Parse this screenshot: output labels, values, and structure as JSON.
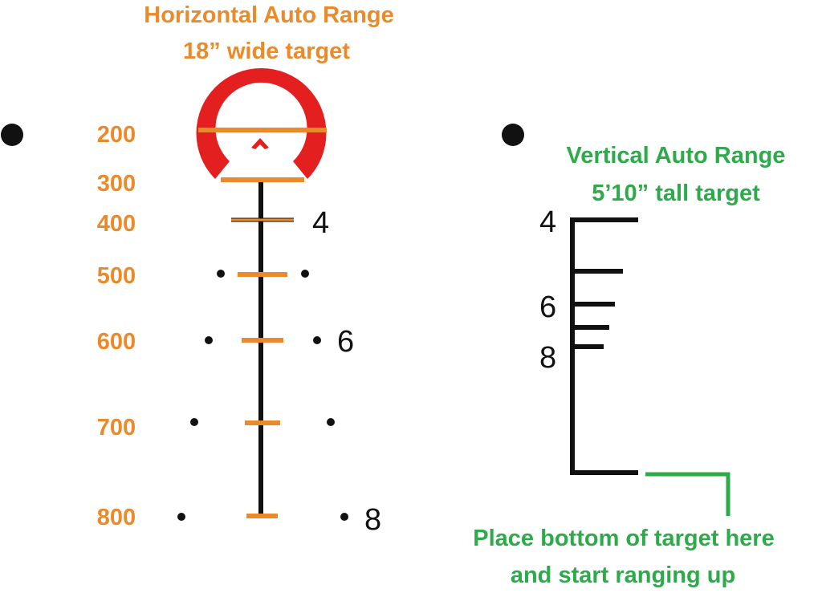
{
  "horizontal": {
    "title_line1": "Horizontal Auto Range",
    "title_line2": "18” wide target",
    "range_labels": [
      "200",
      "300",
      "400",
      "500",
      "600",
      "700",
      "800"
    ],
    "mag_labels": [
      "4",
      "6",
      "8"
    ]
  },
  "vertical": {
    "title_line1": "Vertical Auto Range",
    "title_line2": "5’10” tall target",
    "mag_labels": [
      "4",
      "6",
      "8"
    ]
  },
  "instruction": {
    "line1": "Place bottom of target here",
    "line2": "and start ranging up"
  },
  "colors": {
    "orange": "#ea8a2a",
    "red": "#e3201f",
    "green": "#2daa4a",
    "black": "#111111"
  }
}
